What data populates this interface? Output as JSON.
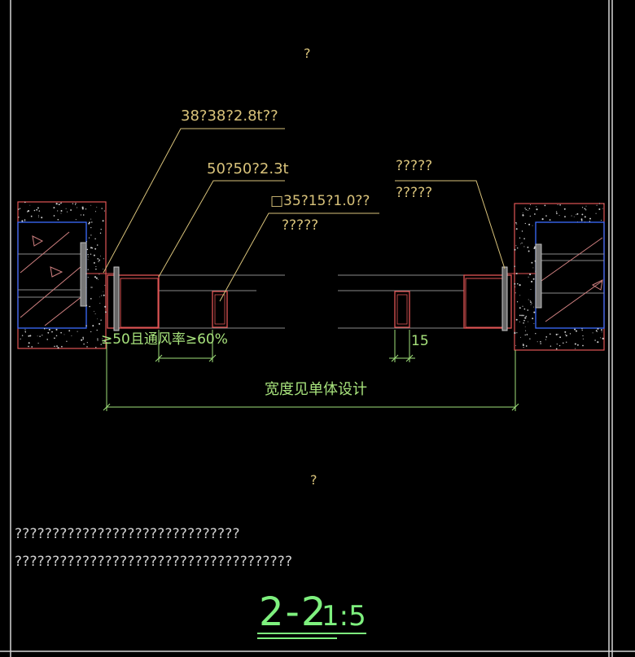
{
  "colors": {
    "frame": "#d6d6d6",
    "annotation_text": "#d8c27a",
    "dimension": "#9fe07a",
    "section": "#e05555",
    "wall": "#3a6cff",
    "hatch": "#d08080",
    "gray_line": "#8a8a8a",
    "title": "#7ef07e"
  },
  "labels": {
    "top_mark": "?",
    "callout_1": "38?38?2.8t??",
    "callout_2": "50?50?2.3t",
    "callout_3_line1": "□35?15?1.0??",
    "callout_3_line2": "?????",
    "callout_4_line1": "?????",
    "callout_4_line2": "?????",
    "dim_left": "≥50且通风率≥60%",
    "dim_small": "15",
    "dim_width": "宽度见单体设计",
    "mid_mark": "?",
    "note_1": "??????????????????????????????",
    "note_2": "?????????????????????????????????????",
    "title_name": "2-2",
    "title_scale": "1:5"
  }
}
